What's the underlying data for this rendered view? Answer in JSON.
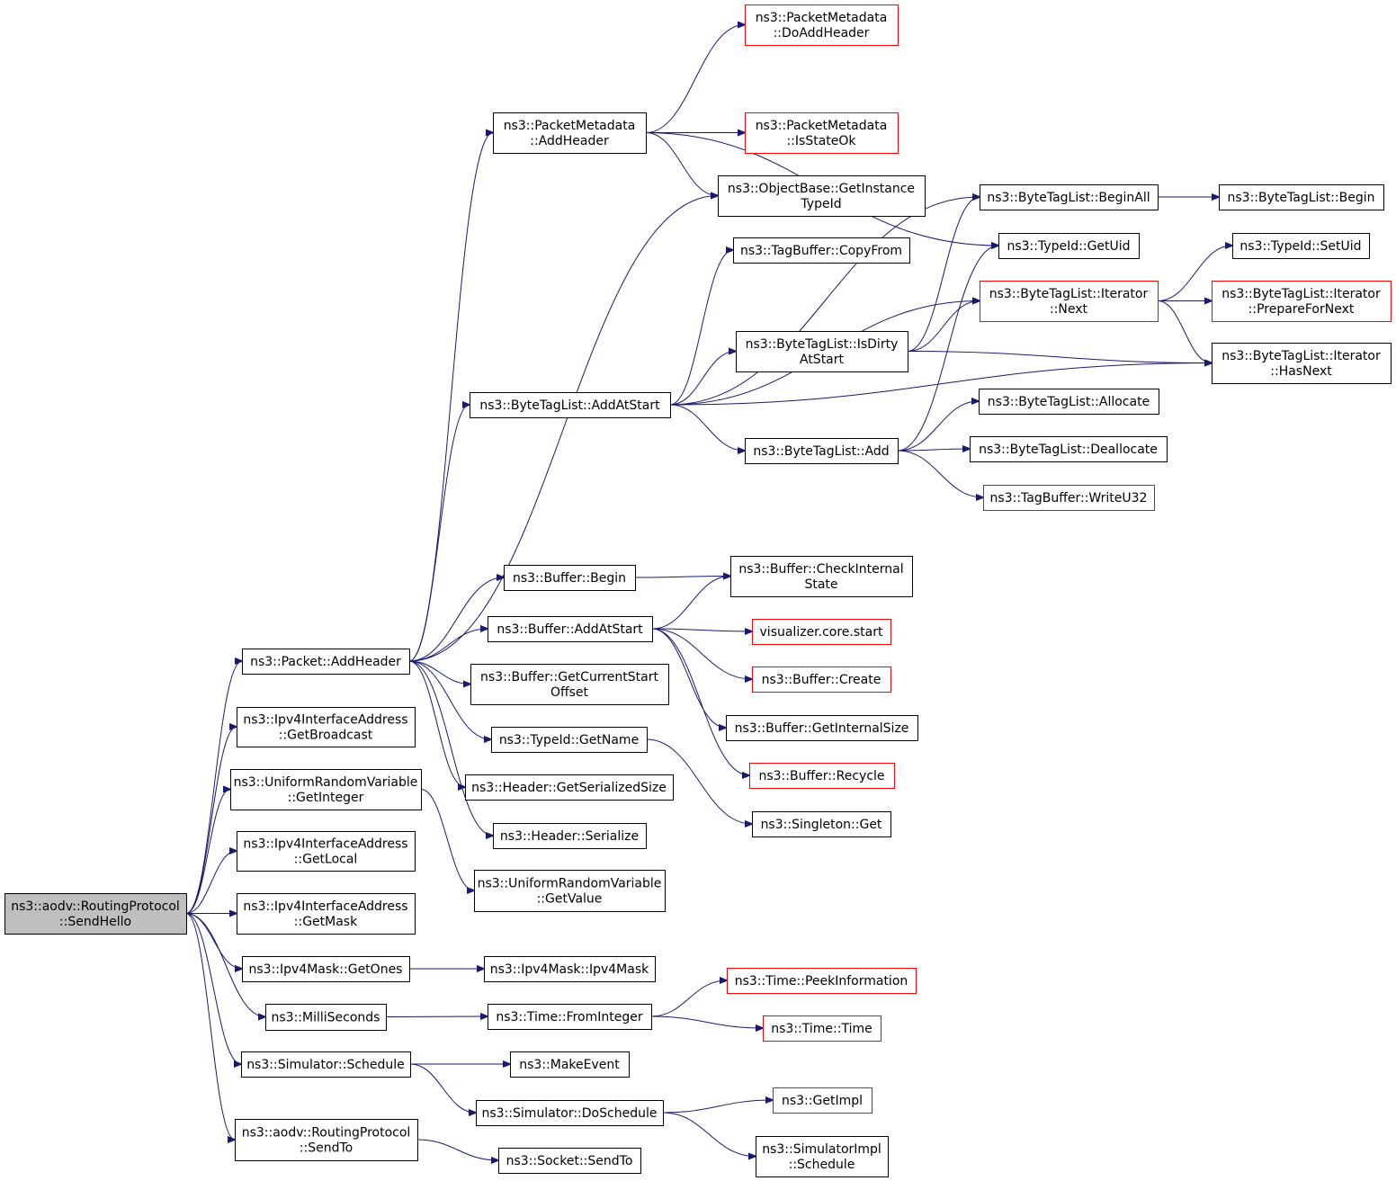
{
  "colors": {
    "edge": "#191970",
    "box_border": "#000000",
    "truncated_border": "#ff0000",
    "root_fill": "#bfbfbf",
    "box_fill": "#ffffff"
  },
  "nodes": [
    {
      "id": "root",
      "lines": [
        "ns3::aodv::RoutingProtocol",
        "::SendHello"
      ],
      "style": "root"
    },
    {
      "id": "pkt_addheader",
      "lines": [
        "ns3::Packet::AddHeader"
      ],
      "style": "normal"
    },
    {
      "id": "broadcast",
      "lines": [
        "ns3::Ipv4InterfaceAddress",
        "::GetBroadcast"
      ],
      "style": "normal"
    },
    {
      "id": "urv_getinteger",
      "lines": [
        "ns3::UniformRandomVariable",
        "::GetInteger"
      ],
      "style": "normal"
    },
    {
      "id": "getlocal",
      "lines": [
        "ns3::Ipv4InterfaceAddress",
        "::GetLocal"
      ],
      "style": "normal"
    },
    {
      "id": "getmask",
      "lines": [
        "ns3::Ipv4InterfaceAddress",
        "::GetMask"
      ],
      "style": "normal"
    },
    {
      "id": "getones",
      "lines": [
        "ns3::Ipv4Mask::GetOnes"
      ],
      "style": "normal"
    },
    {
      "id": "milliseconds",
      "lines": [
        "ns3::MilliSeconds"
      ],
      "style": "normal"
    },
    {
      "id": "sim_schedule",
      "lines": [
        "ns3::Simulator::Schedule"
      ],
      "style": "normal"
    },
    {
      "id": "sendto",
      "lines": [
        "ns3::aodv::RoutingProtocol",
        "::SendTo"
      ],
      "style": "normal"
    },
    {
      "id": "pm_addheader",
      "lines": [
        "ns3::PacketMetadata",
        "::AddHeader"
      ],
      "style": "normal"
    },
    {
      "id": "btl_addatstart",
      "lines": [
        "ns3::ByteTagList::AddAtStart"
      ],
      "style": "normal"
    },
    {
      "id": "buf_begin",
      "lines": [
        "ns3::Buffer::Begin"
      ],
      "style": "normal"
    },
    {
      "id": "buf_addatstart",
      "lines": [
        "ns3::Buffer::AddAtStart"
      ],
      "style": "normal"
    },
    {
      "id": "buf_getcurrentstart",
      "lines": [
        "ns3::Buffer::GetCurrentStart",
        "Offset"
      ],
      "style": "normal"
    },
    {
      "id": "typeid_getname",
      "lines": [
        "ns3::TypeId::GetName"
      ],
      "style": "normal"
    },
    {
      "id": "hdr_getserializedsize",
      "lines": [
        "ns3::Header::GetSerializedSize"
      ],
      "style": "normal"
    },
    {
      "id": "hdr_serialize",
      "lines": [
        "ns3::Header::Serialize"
      ],
      "style": "normal"
    },
    {
      "id": "urv_getvalue",
      "lines": [
        "ns3::UniformRandomVariable",
        "::GetValue"
      ],
      "style": "normal"
    },
    {
      "id": "mask_ctor",
      "lines": [
        "ns3::Ipv4Mask::Ipv4Mask"
      ],
      "style": "normal"
    },
    {
      "id": "time_frominteger",
      "lines": [
        "ns3::Time::FromInteger"
      ],
      "style": "normal"
    },
    {
      "id": "makeevent",
      "lines": [
        "ns3::MakeEvent"
      ],
      "style": "normal"
    },
    {
      "id": "sim_doschedule",
      "lines": [
        "ns3::Simulator::DoSchedule"
      ],
      "style": "normal"
    },
    {
      "id": "socket_sendto",
      "lines": [
        "ns3::Socket::SendTo"
      ],
      "style": "normal"
    },
    {
      "id": "pm_doaddheader",
      "lines": [
        "ns3::PacketMetadata",
        "::DoAddHeader"
      ],
      "style": "truncated"
    },
    {
      "id": "pm_isstateok",
      "lines": [
        "ns3::PacketMetadata",
        "::IsStateOk"
      ],
      "style": "truncated"
    },
    {
      "id": "ob_getinstancetypeid",
      "lines": [
        "ns3::ObjectBase::GetInstance",
        "TypeId"
      ],
      "style": "normal"
    },
    {
      "id": "tb_copyfrom",
      "lines": [
        "ns3::TagBuffer::CopyFrom"
      ],
      "style": "normal"
    },
    {
      "id": "btl_isdirty",
      "lines": [
        "ns3::ByteTagList::IsDirty",
        "AtStart"
      ],
      "style": "normal"
    },
    {
      "id": "btl_add",
      "lines": [
        "ns3::ByteTagList::Add"
      ],
      "style": "normal"
    },
    {
      "id": "buf_checkinternal",
      "lines": [
        "ns3::Buffer::CheckInternal",
        "State"
      ],
      "style": "normal"
    },
    {
      "id": "viz_start",
      "lines": [
        "visualizer.core.start"
      ],
      "style": "truncated"
    },
    {
      "id": "buf_create",
      "lines": [
        "ns3::Buffer::Create"
      ],
      "style": "truncated"
    },
    {
      "id": "buf_getinternalsize",
      "lines": [
        "ns3::Buffer::GetInternalSize"
      ],
      "style": "normal"
    },
    {
      "id": "buf_recycle",
      "lines": [
        "ns3::Buffer::Recycle"
      ],
      "style": "truncated"
    },
    {
      "id": "singleton_get",
      "lines": [
        "ns3::Singleton::Get"
      ],
      "style": "normal"
    },
    {
      "id": "time_peekinfo",
      "lines": [
        "ns3::Time::PeekInformation"
      ],
      "style": "truncated"
    },
    {
      "id": "time_ctor",
      "lines": [
        "ns3::Time::Time"
      ],
      "style": "truncated"
    },
    {
      "id": "getimpl",
      "lines": [
        "ns3::GetImpl"
      ],
      "style": "truncated"
    },
    {
      "id": "simimpl_schedule",
      "lines": [
        "ns3::SimulatorImpl",
        "::Schedule"
      ],
      "style": "normal"
    },
    {
      "id": "btl_beginall",
      "lines": [
        "ns3::ByteTagList::BeginAll"
      ],
      "style": "normal"
    },
    {
      "id": "typeid_getuid",
      "lines": [
        "ns3::TypeId::GetUid"
      ],
      "style": "normal"
    },
    {
      "id": "btl_iter_next",
      "lines": [
        "ns3::ByteTagList::Iterator",
        "::Next"
      ],
      "style": "truncated"
    },
    {
      "id": "btl_allocate",
      "lines": [
        "ns3::ByteTagList::Allocate"
      ],
      "style": "normal"
    },
    {
      "id": "btl_deallocate",
      "lines": [
        "ns3::ByteTagList::Deallocate"
      ],
      "style": "normal"
    },
    {
      "id": "tb_writeu32",
      "lines": [
        "ns3::TagBuffer::WriteU32"
      ],
      "style": "truncated"
    },
    {
      "id": "btl_begin",
      "lines": [
        "ns3::ByteTagList::Begin"
      ],
      "style": "normal"
    },
    {
      "id": "typeid_setuid",
      "lines": [
        "ns3::TypeId::SetUid"
      ],
      "style": "normal"
    },
    {
      "id": "btl_iter_prepare",
      "lines": [
        "ns3::ByteTagList::Iterator",
        "::PrepareForNext"
      ],
      "style": "truncated"
    },
    {
      "id": "btl_iter_hasnext",
      "lines": [
        "ns3::ByteTagList::Iterator",
        "::HasNext"
      ],
      "style": "normal"
    }
  ],
  "edges": [
    [
      "root",
      "pkt_addheader"
    ],
    [
      "root",
      "broadcast"
    ],
    [
      "root",
      "urv_getinteger"
    ],
    [
      "root",
      "getlocal"
    ],
    [
      "root",
      "getmask"
    ],
    [
      "root",
      "getones"
    ],
    [
      "root",
      "milliseconds"
    ],
    [
      "root",
      "sim_schedule"
    ],
    [
      "root",
      "sendto"
    ],
    [
      "pkt_addheader",
      "pm_addheader"
    ],
    [
      "pkt_addheader",
      "ob_getinstancetypeid"
    ],
    [
      "pkt_addheader",
      "btl_addatstart"
    ],
    [
      "pkt_addheader",
      "buf_begin"
    ],
    [
      "pkt_addheader",
      "buf_addatstart"
    ],
    [
      "pkt_addheader",
      "buf_getcurrentstart"
    ],
    [
      "pkt_addheader",
      "typeid_getname"
    ],
    [
      "pkt_addheader",
      "hdr_getserializedsize"
    ],
    [
      "pkt_addheader",
      "hdr_serialize"
    ],
    [
      "pm_addheader",
      "pm_doaddheader"
    ],
    [
      "pm_addheader",
      "pm_isstateok"
    ],
    [
      "pm_addheader",
      "ob_getinstancetypeid"
    ],
    [
      "pm_addheader",
      "typeid_getuid"
    ],
    [
      "btl_addatstart",
      "tb_copyfrom"
    ],
    [
      "btl_addatstart",
      "btl_isdirty"
    ],
    [
      "btl_addatstart",
      "btl_add"
    ],
    [
      "btl_addatstart",
      "btl_beginall"
    ],
    [
      "btl_addatstart",
      "btl_iter_next"
    ],
    [
      "btl_addatstart",
      "btl_iter_hasnext"
    ],
    [
      "btl_isdirty",
      "btl_beginall"
    ],
    [
      "btl_isdirty",
      "btl_iter_next"
    ],
    [
      "btl_isdirty",
      "btl_iter_hasnext"
    ],
    [
      "btl_add",
      "btl_allocate"
    ],
    [
      "btl_add",
      "btl_deallocate"
    ],
    [
      "btl_add",
      "tb_writeu32"
    ],
    [
      "btl_add",
      "typeid_getuid"
    ],
    [
      "btl_beginall",
      "btl_begin"
    ],
    [
      "btl_iter_next",
      "typeid_setuid"
    ],
    [
      "btl_iter_next",
      "btl_iter_prepare"
    ],
    [
      "btl_iter_next",
      "btl_iter_hasnext"
    ],
    [
      "buf_begin",
      "buf_checkinternal"
    ],
    [
      "buf_addatstart",
      "buf_checkinternal"
    ],
    [
      "buf_addatstart",
      "viz_start"
    ],
    [
      "buf_addatstart",
      "buf_create"
    ],
    [
      "buf_addatstart",
      "buf_getinternalsize"
    ],
    [
      "buf_addatstart",
      "buf_recycle"
    ],
    [
      "typeid_getname",
      "singleton_get"
    ],
    [
      "urv_getinteger",
      "urv_getvalue"
    ],
    [
      "getones",
      "mask_ctor"
    ],
    [
      "milliseconds",
      "time_frominteger"
    ],
    [
      "time_frominteger",
      "time_peekinfo"
    ],
    [
      "time_frominteger",
      "time_ctor"
    ],
    [
      "sim_schedule",
      "makeevent"
    ],
    [
      "sim_schedule",
      "sim_doschedule"
    ],
    [
      "sim_doschedule",
      "getimpl"
    ],
    [
      "sim_doschedule",
      "simimpl_schedule"
    ],
    [
      "sendto",
      "socket_sendto"
    ]
  ]
}
